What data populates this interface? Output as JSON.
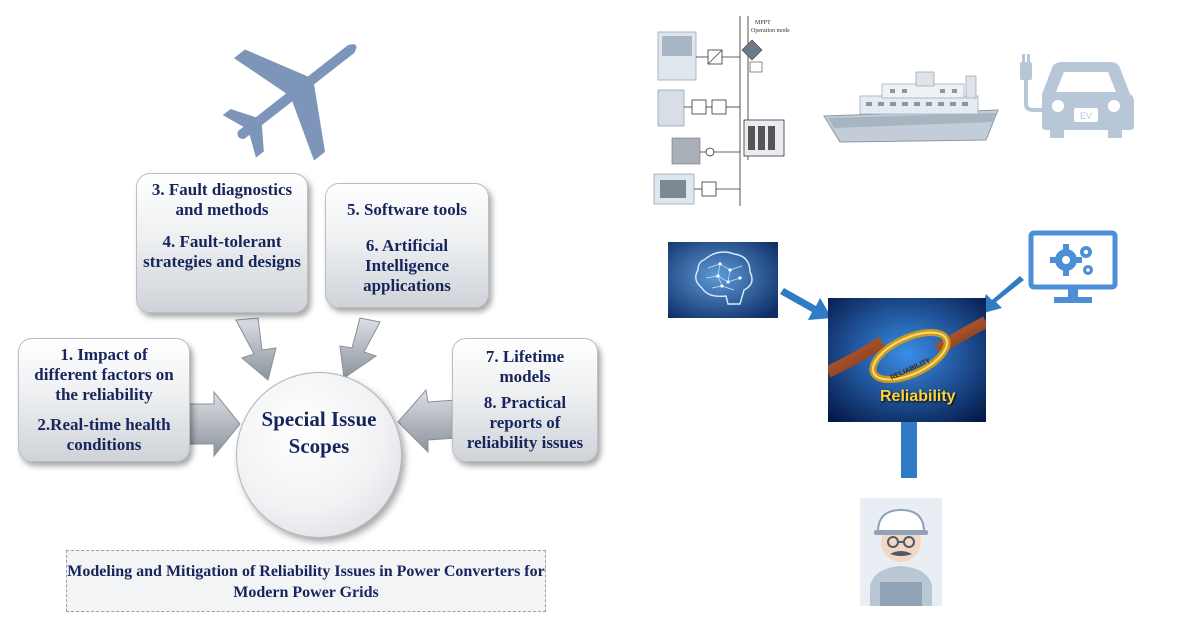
{
  "scopes": {
    "top_left": [
      "3. Fault diagnostics and methods",
      "4. Fault-tolerant strategies and designs"
    ],
    "top_right": [
      "5. Software tools",
      "6. Artificial Intelligence applications"
    ],
    "left": [
      "1. Impact of different factors on the reliability",
      "2.Real-time health conditions"
    ],
    "right": [
      "7. Lifetime models",
      "8. Practical reports of reliability issues"
    ]
  },
  "center": {
    "line1": "Special",
    "line2": "Issue",
    "line3": "Scopes"
  },
  "footer": {
    "line1": "Modeling and Mitigation of Reliability Issues in Power",
    "line2": "Converters for Modern Power Grids"
  },
  "right_panel": {
    "reliability_label": "Reliability",
    "chain_tag": "RELIABILITY",
    "ev_label": "EV",
    "schematic_title": "MPPT",
    "schematic_subtitle": "Operation mode"
  },
  "colors": {
    "icon_blue": "#4d8fd6",
    "plane": "#7d95b8",
    "text_navy": "#18245c",
    "car": "#b8c7d8",
    "reliability_yellow": "#ffd53a"
  },
  "icons": [
    "airplane-icon",
    "ship-icon",
    "electric-car-icon",
    "ai-brain-icon",
    "gear-monitor-icon",
    "engineer-icon",
    "reliability-chain-icon"
  ]
}
